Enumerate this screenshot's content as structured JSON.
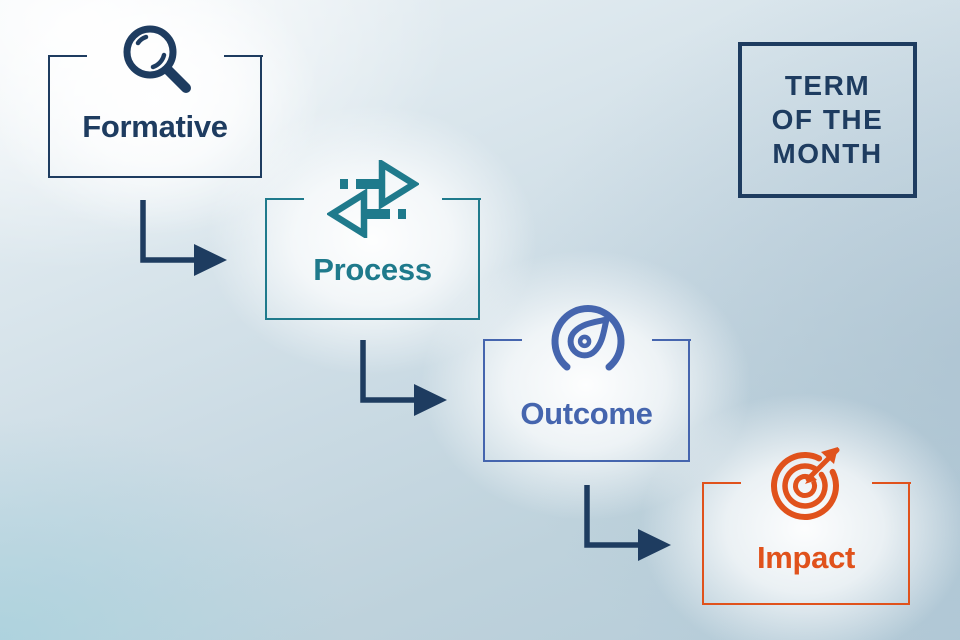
{
  "badge": {
    "lines": [
      "TERM",
      "OF THE",
      "MONTH"
    ]
  },
  "steps": [
    {
      "label": "Formative",
      "icon": "magnifier-icon",
      "color": "#1e3c60"
    },
    {
      "label": "Process",
      "icon": "exchange-arrows-icon",
      "color": "#1f7a8c"
    },
    {
      "label": "Outcome",
      "icon": "gauge-icon",
      "color": "#4565ae"
    },
    {
      "label": "Impact",
      "icon": "target-dart-icon",
      "color": "#e0521c"
    }
  ],
  "connectors": {
    "count": 3,
    "color": "#1e3c60"
  },
  "background": {
    "base": "#c3d5e0",
    "highlight": "#ffffff",
    "bottom_left_tint": "#a6d1dd"
  }
}
